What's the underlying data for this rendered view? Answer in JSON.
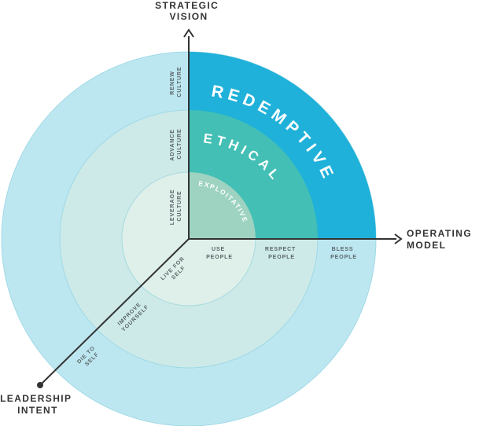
{
  "axes": {
    "strategic_vision": [
      "STRATEGIC",
      "VISION"
    ],
    "operating_model": [
      "OPERATING",
      "MODEL"
    ],
    "leadership_intent": [
      "LEADERSHIP",
      "INTENT"
    ]
  },
  "rings": {
    "redemptive": "REDEMPTIVE",
    "ethical": "ETHICAL",
    "exploitative": "EXPLOITATIVE"
  },
  "vertical_labels": {
    "renew_culture": [
      "RENEW",
      "CULTURE"
    ],
    "advance_culture": [
      "ADVANCE",
      "CULTURE"
    ],
    "leverage_culture": [
      "LEVERAGE",
      "CULTURE"
    ]
  },
  "horizontal_labels": {
    "use_people": [
      "USE",
      "PEOPLE"
    ],
    "respect_people": [
      "RESPECT",
      "PEOPLE"
    ],
    "bless_people": [
      "BLESS",
      "PEOPLE"
    ]
  },
  "diagonal_labels": {
    "live_for_self": [
      "LIVE FOR",
      "SELF"
    ],
    "improve_yourself": [
      "IMPROVE",
      "YOURSELF"
    ],
    "die_to_self": [
      "DIE TO",
      "SELF"
    ]
  },
  "colors": {
    "outer_ring": "#bde7f0",
    "middle_ring": "#cdeae8",
    "inner_ring": "#dff0ea",
    "redemptive_quadrant": "#1fb1d9",
    "ethical_quadrant": "#43bfb5",
    "exploitative_quadrant": "#9dd3c0",
    "axis": "#333333"
  }
}
